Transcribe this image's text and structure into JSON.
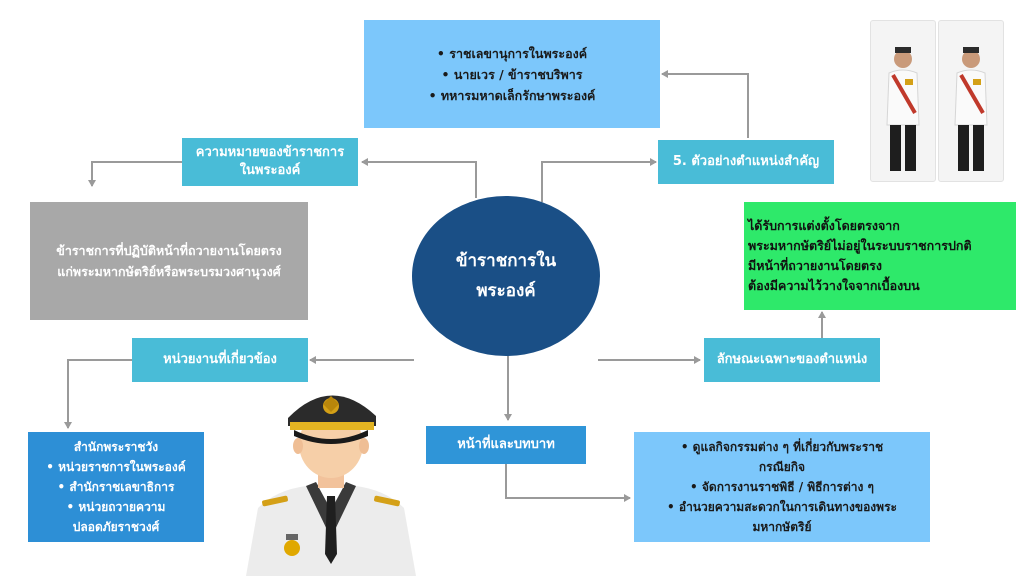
{
  "center": {
    "line1": "ข้าราชการใน",
    "line2": "พระองค์"
  },
  "labels": {
    "meaning": [
      "ความหมายของข้าราชการ",
      "ในพระองค์"
    ],
    "examples": "5. ตัวอย่างตำแหน่งสำคัญ",
    "agencies": "หน่วยงานที่เกี่ยวข้อง",
    "characteristics": "ลักษณะเฉพาะของตำแหน่ง",
    "duties": "หน้าที่และบทบาท"
  },
  "boxes": {
    "meaning_text": [
      "ข้าราชการที่ปฏิบัติหน้าที่ถวายงานโดยตรง",
      "แก่พระมหากษัตริย์หรือพระบรมวงศานุวงศ์"
    ],
    "examples_list": [
      "• ราชเลขานุการในพระองค์",
      "• นายเวร / ข้าราชบริพาร",
      "• ทหารมหาดเล็กรักษาพระองค์"
    ],
    "characteristics_text": [
      "ได้รับการแต่งตั้งโดยตรงจาก",
      "พระมหากษัตริย์ไม่อยู่ในระบบราชการปกติ",
      "มีหน้าที่ถวายงานโดยตรง",
      "ต้องมีความไว้วางใจจากเบื้องบน"
    ],
    "agencies_list": [
      "สำนักพระราชวัง",
      "• หน่วยราชการในพระองค์",
      "• สำนักราชเลขาธิการ",
      "• หน่วยถวายความ",
      "ปลอดภัยราชวงศ์"
    ],
    "duties_list": [
      "• ดูแลกิจกรรมต่าง ๆ ที่เกี่ยวกับพระราช",
      "กรณียกิจ",
      "• จัดการงานราชพิธี / พิธีการต่าง ๆ",
      "• อำนวยความสะดวกในการเดินทางของพระ",
      "มหากษัตริย์"
    ]
  },
  "icons": [
    "arrow-icon",
    "officer-illustration-icon",
    "uniform-photo-icon"
  ],
  "colors": {
    "center": "#1a4f86",
    "label_teal": "#49bcd7",
    "label_blue": "#2f95d8",
    "light_blue": "#7cc7fb",
    "gray": "#a8a8a8",
    "green": "#2ee96a",
    "navy_blue": "#2d8fd6",
    "connector": "#9a9a9a"
  }
}
